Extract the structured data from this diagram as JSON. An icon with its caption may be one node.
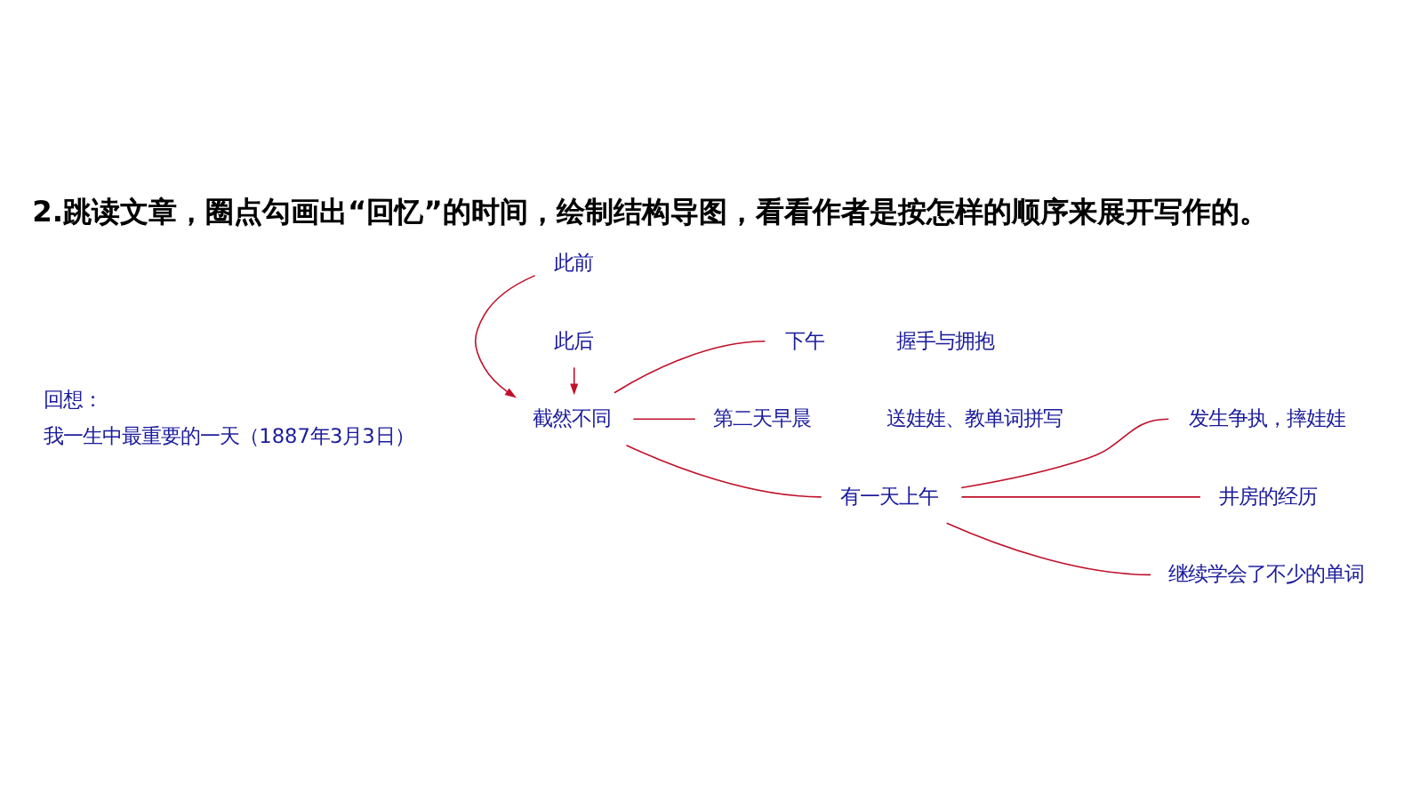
{
  "diagram": {
    "title": "2.跳读文章，圈点勾画出“回忆”的时间，绘制结构导图，看看作者是按怎样的顺序来展开写作的。",
    "nodes": [
      {
        "text": [
          "此前"
        ]
      },
      {
        "text": [
          "截然不同"
        ]
      },
      {
        "text": [
          "此后"
        ]
      },
      {
        "text": [
          "下午"
        ],
        "beside": [
          "握手与拥抱"
        ]
      },
      {
        "text": [
          "第二天早晨"
        ],
        "beside": [
          "送娃娃、教单词拼写"
        ]
      },
      {
        "text": [
          "有一天上午"
        ]
      },
      {
        "text": [
          "发生争执，摔娃娃"
        ]
      },
      {
        "text": [
          "井房的经历"
        ]
      },
      {
        "text": [
          "继续学会了不少的单词"
        ]
      }
    ],
    "edges": [
      {
        "from": 0,
        "to": 1,
        "arrow": "to"
      },
      {
        "from": 2,
        "to": 1,
        "arrow": "to"
      },
      {
        "from": 1,
        "to": 3,
        "arrow": "none"
      },
      {
        "from": 1,
        "to": 4,
        "arrow": "none"
      },
      {
        "from": 1,
        "to": 5,
        "arrow": "none"
      },
      {
        "from": 5,
        "to": 6,
        "arrow": "none"
      },
      {
        "from": 5,
        "to": 7,
        "arrow": "none"
      },
      {
        "from": 5,
        "to": 8,
        "arrow": "none"
      }
    ],
    "labels": [
      "回想：",
      "我一生中最重要的一天（1887年3月3日）"
    ]
  }
}
